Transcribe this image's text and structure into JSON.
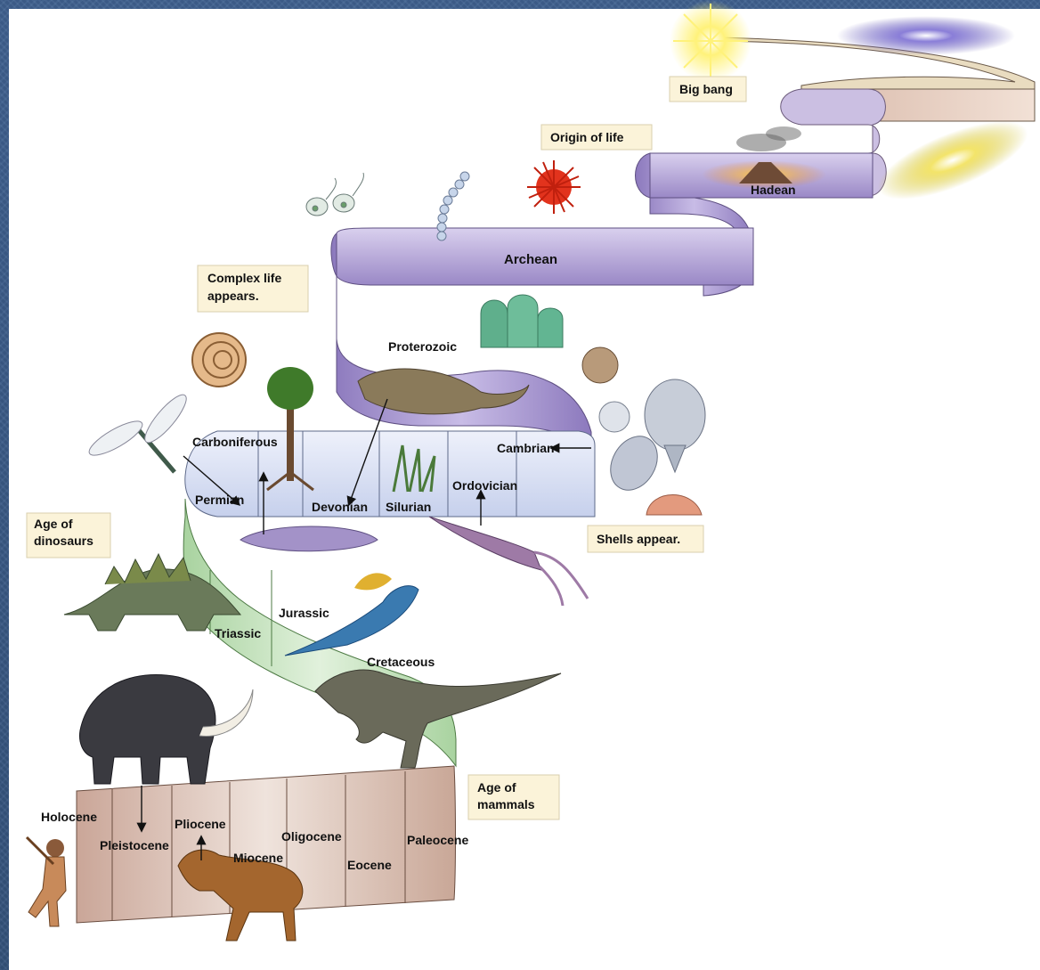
{
  "eras": {
    "hadean": "Hadean",
    "archean": "Archean",
    "proterozoic": "Proterozoic",
    "cambrian": "Cambrian",
    "ordovician": "Ordovician",
    "silurian": "Silurian",
    "devonian": "Devonian",
    "carboniferous": "Carboniferous",
    "permian": "Permian",
    "triassic": "Triassic",
    "jurassic": "Jurassic",
    "cretaceous": "Cretaceous",
    "paleocene": "Paleocene",
    "eocene": "Eocene",
    "oligocene": "Oligocene",
    "miocene": "Miocene",
    "pliocene": "Pliocene",
    "pleistocene": "Pleistocene",
    "holocene": "Holocene"
  },
  "callouts": {
    "big_bang": "Big bang",
    "origin_of_life": "Origin of life",
    "complex_life_line1": "Complex life",
    "complex_life_line2": "appears.",
    "shells_appear": "Shells appear.",
    "age_dinosaurs_line1": "Age of",
    "age_dinosaurs_line2": "dinosaurs",
    "age_mammals_line1": "Age of",
    "age_mammals_line2": "mammals"
  },
  "colors": {
    "background": "#3a5a86",
    "ribbon_purple": "#b7a8d8",
    "ribbon_blue": "#dde4f4",
    "ribbon_green": "#cfe6c8",
    "ribbon_tan": "#e0cbbf",
    "callout_fill": "#fbf3d9"
  }
}
